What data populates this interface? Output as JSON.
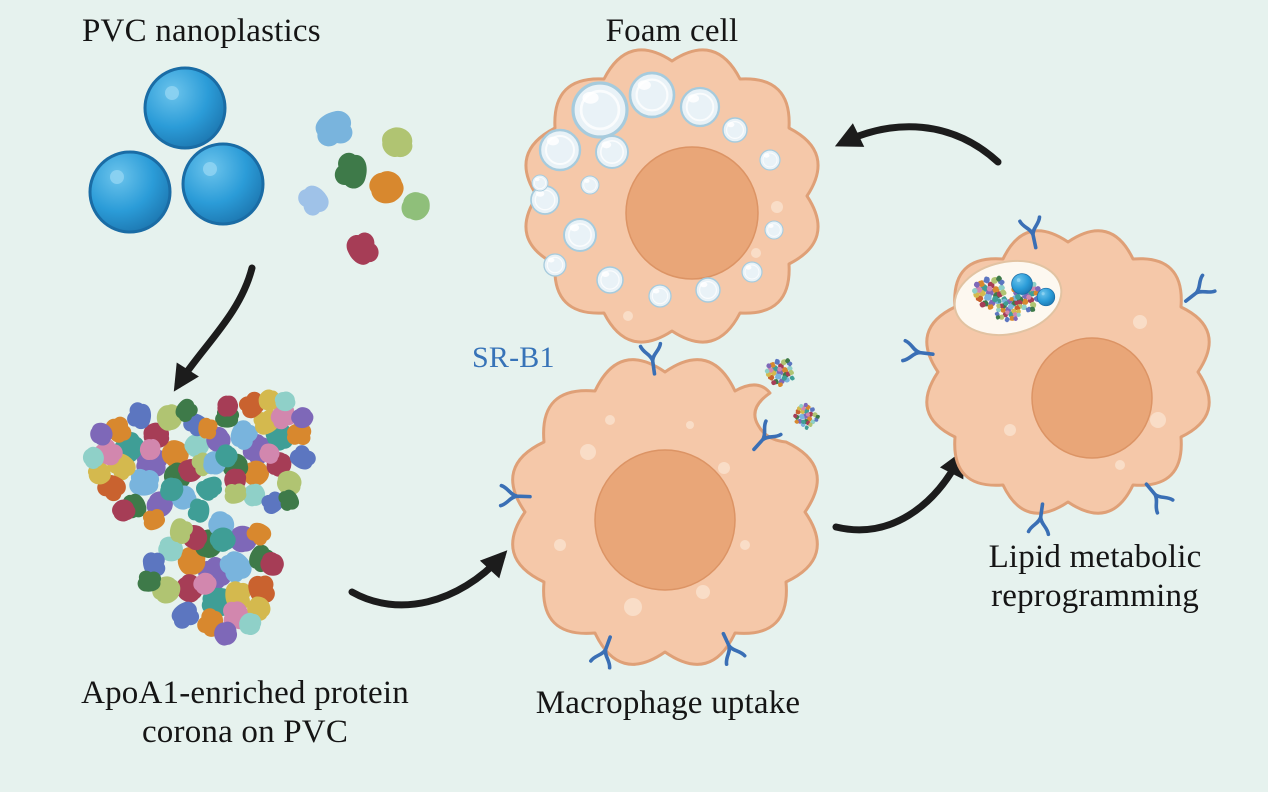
{
  "figure": {
    "labels": {
      "pvc_nanoplastics": "PVC nanoplastics",
      "foam_cell": "Foam cell",
      "sr_b1": "SR-B1",
      "apoa1_corona": "ApoA1-enriched protein corona on PVC",
      "macrophage_uptake": "Macrophage uptake",
      "lipid_reprogramming": "Lipid metabolic reprogramming"
    }
  },
  "colors": {
    "background": "#e6f2ee",
    "cell_body": "#f5c8a9",
    "cell_outline": "#dfa077",
    "nucleus": "#e9a678",
    "nucleus_outline": "#dc9465",
    "vacuole": "#f9ddc7",
    "pvc_sphere": "#2b9cd8",
    "pvc_sphere_outline": "#1a6ca5",
    "lipid_droplet": "#e9f2f7",
    "lipid_droplet_outline": "#a6cbdd",
    "receptor": "#3a6fb5",
    "arrow": "#1c1c1c",
    "label_text": "#151515",
    "sr_b1_text": "#3773b8",
    "vesicle_fill": "#fdf8f0",
    "vesicle_outline": "#e2c3a2"
  },
  "corona_palette": [
    "#7e68b8",
    "#a63d56",
    "#3f9e96",
    "#d8882e",
    "#79b4dd",
    "#b0c472",
    "#3e7a49",
    "#d287ae",
    "#d4b94e",
    "#5c76c0",
    "#8fd0c8",
    "#c9622f"
  ]
}
